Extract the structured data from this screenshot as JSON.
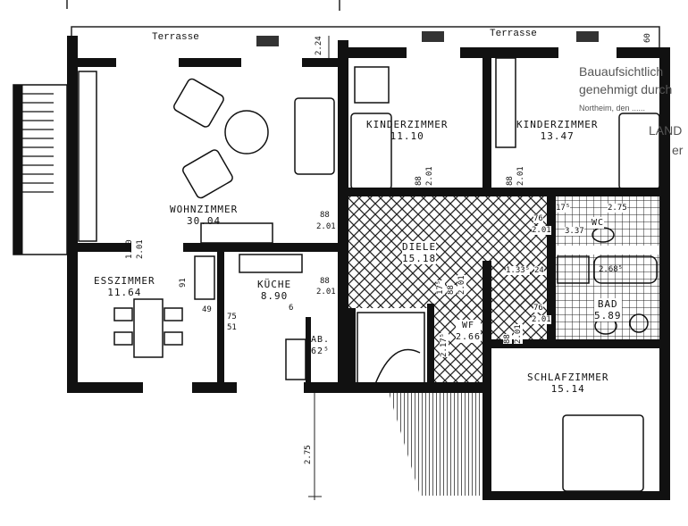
{
  "terraces": [
    "Terrasse",
    "Terrasse"
  ],
  "rooms": [
    {
      "name": "WOHNZIMMER",
      "area": "30.04"
    },
    {
      "name": "ESSZIMMER",
      "area": "11.64"
    },
    {
      "name": "KÜCHE",
      "area": "8.90"
    },
    {
      "name": "KINDERZIMMER",
      "area": "11.10"
    },
    {
      "name": "KINDERZIMMER",
      "area": "13.47"
    },
    {
      "name": "DIELE",
      "area": "15.18"
    },
    {
      "name": "WC",
      "area": "3.37"
    },
    {
      "name": "BAD",
      "area": "5.89"
    },
    {
      "name": "WF",
      "area": "2.66"
    },
    {
      "name": "AB.",
      "area": "62⁵"
    },
    {
      "name": "SCHLAFZIMMER",
      "area": "15.14"
    }
  ],
  "dimensions": {
    "d_224": "2.24",
    "d_60": "60",
    "d_180": "1.80",
    "d_201": "2.01",
    "d_88": "88",
    "d_91": "91",
    "d_49": "49",
    "d_75": "75",
    "d_51": "51",
    "d_6": "6",
    "d_175": "17⁵",
    "d_275": "2.75",
    "d_76": "76",
    "d_1335": "1.33⁵",
    "d_24": "24",
    "d_2685": "2.68⁵",
    "d_2175": "2.17⁵",
    "d_275_bottom": "2.75"
  },
  "stamp": {
    "line1": "Bauaufsichtlich",
    "line2": "genehmigt durch",
    "line3": "Northeim, den ......",
    "line4": "LAND",
    "line5": "er"
  }
}
